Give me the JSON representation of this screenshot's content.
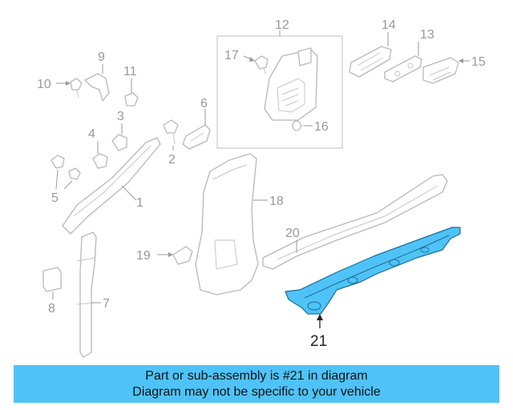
{
  "callouts": {
    "c1": "1",
    "c2": "2",
    "c3": "3",
    "c4": "4",
    "c5": "5",
    "c6": "6",
    "c7": "7",
    "c8": "8",
    "c9": "9",
    "c10": "10",
    "c11": "11",
    "c12": "12",
    "c13": "13",
    "c14": "14",
    "c15": "15",
    "c16": "16",
    "c17": "17",
    "c18": "18",
    "c19": "19",
    "c20": "20",
    "c21": "21"
  },
  "highlight_color": "#4fc3f7",
  "banner": {
    "line1": "Part or sub-assembly is #21 in diagram",
    "line2": "Diagram may not be specific to your vehicle"
  }
}
